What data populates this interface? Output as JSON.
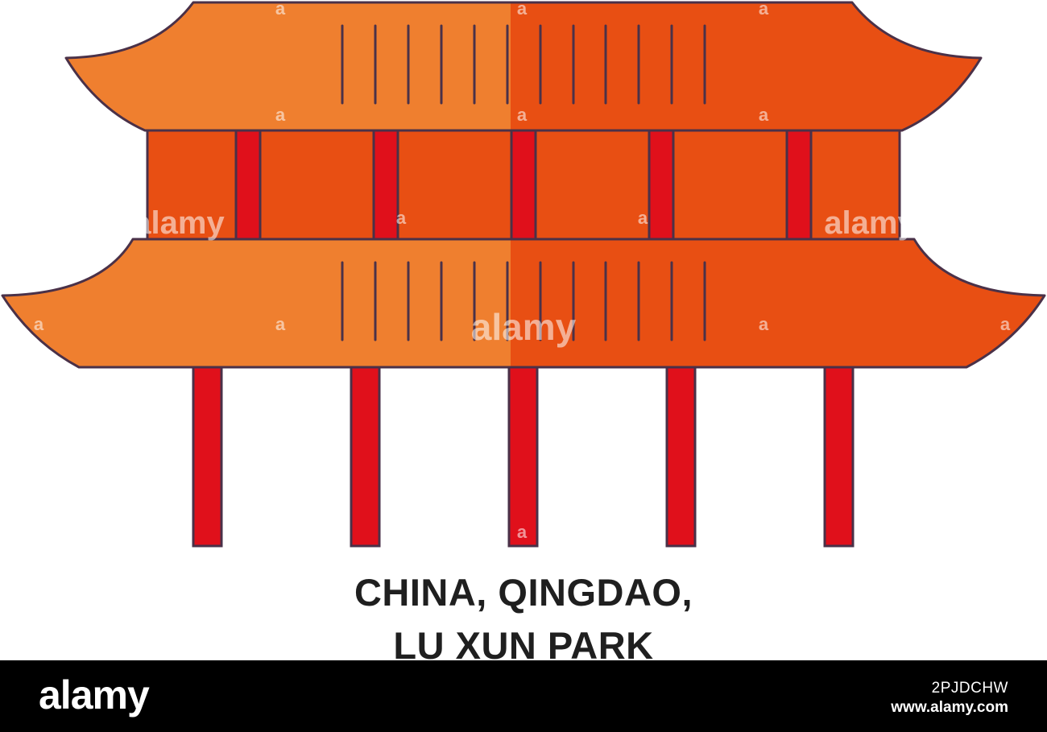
{
  "caption": {
    "line1": "CHINA, QINGDAO,",
    "line2": "LU XUN PARK"
  },
  "footer": {
    "brand": "alamy",
    "image_id": "2PJDCHW",
    "url": "www.alamy.com"
  },
  "watermark": {
    "large": "alamy",
    "small": "a"
  },
  "colors": {
    "roof_light": "#ef7f2f",
    "roof_dark": "#e84f13",
    "wall": "#e84f13",
    "pillar": "#e0101b",
    "outline": "#4a3148",
    "text": "#1f1f1f",
    "footer_bg": "#000000"
  }
}
